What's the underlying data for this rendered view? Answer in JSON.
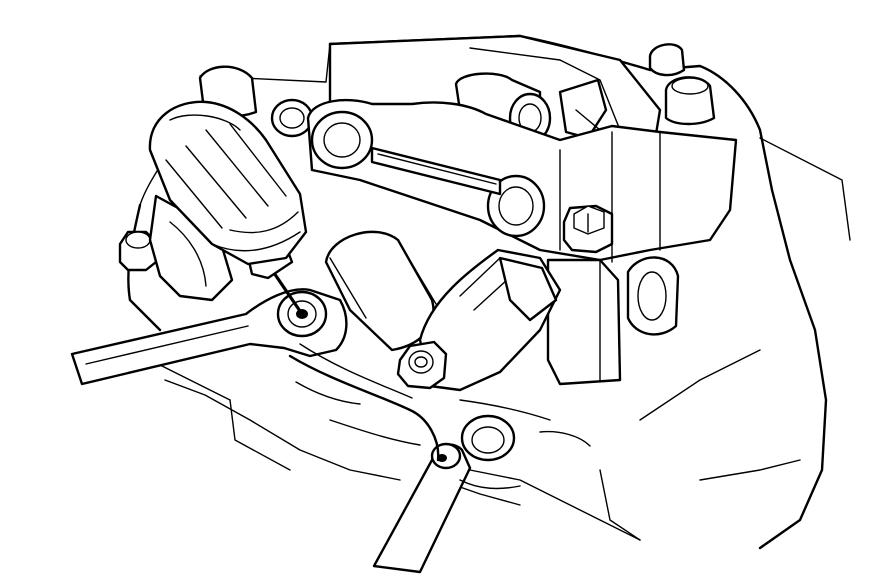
{
  "illustration": {
    "subject": "",
    "parts": [
      {
        "id": "cylinder-head",
        "icon": "engine-head-outline"
      },
      {
        "id": "rocker-arm-shaft-holder",
        "icon": "bracket-outline"
      },
      {
        "id": "camshaft",
        "icon": "shaft-outline"
      },
      {
        "id": "rocker-arm",
        "icon": "arm-outline"
      },
      {
        "id": "screwdriver",
        "icon": "screwdriver-outline"
      },
      {
        "id": "wrench",
        "icon": "wrench-outline"
      },
      {
        "id": "flange-bolt",
        "icon": "hex-bolt-outline"
      },
      {
        "id": "adjusting-screw",
        "icon": "screw-outline"
      },
      {
        "id": "lock-nut",
        "icon": "nut-outline"
      }
    ],
    "colors": {
      "line": "#000000",
      "background": "#ffffff"
    }
  }
}
